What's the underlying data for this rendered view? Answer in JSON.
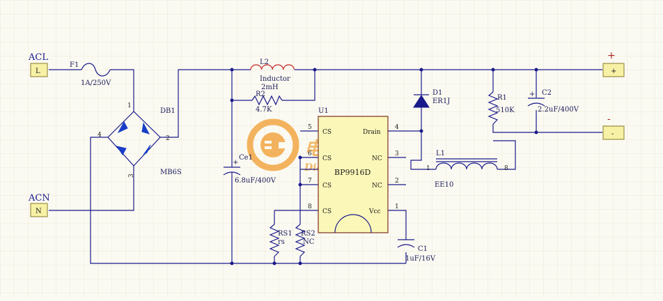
{
  "labels": {
    "acl": "ACL",
    "acn": "ACN",
    "l": "L",
    "n": "N",
    "out_plus_sign": "+",
    "out_minus_sign": "-",
    "out_plus": "+",
    "out_minus": "-",
    "f1": "F1",
    "f1_value": "1A/250V",
    "db1": "DB1",
    "db1_value": "MB6S",
    "db1_pin1": "1",
    "db1_pin2": "2",
    "db1_pin3": "3",
    "db1_pin4": "4",
    "l2": "L2",
    "l2_type": "Inductor",
    "l2_value": "2mH",
    "r2": "R2",
    "r2_value": "4.7K",
    "ce1": "Ce1",
    "ce1_value": "6.8uF/400V",
    "ce1_plus": "+",
    "u1": "U1",
    "u1_part": "BP9916D",
    "pin_cs": "CS",
    "pin_drain": "Drain",
    "pin_nc": "NC",
    "pin_vcc": "Vcc",
    "p5": "5",
    "p6": "6",
    "p7": "7",
    "p8": "8",
    "p4": "4",
    "p3": "3",
    "p2": "2",
    "p1": "1",
    "d1": "D1",
    "d1_value": "ER1J",
    "r1": "R1",
    "r1_value": "510K",
    "c2": "C2",
    "c2_value": "2.2uF/400V",
    "c2_plus": "+",
    "l1": "L1",
    "l1_value": "EE10",
    "l1_pin1": "1",
    "l1_pin8": "8",
    "rs1": "RS1",
    "rs1_value": "rs",
    "rs2": "RS2",
    "rs2_value": "NC",
    "c1": "C1",
    "c1_value": "1uF/16V",
    "c1_pin": "1",
    "watermark": "电源网",
    "watermark_url": "DianYuan.com"
  }
}
